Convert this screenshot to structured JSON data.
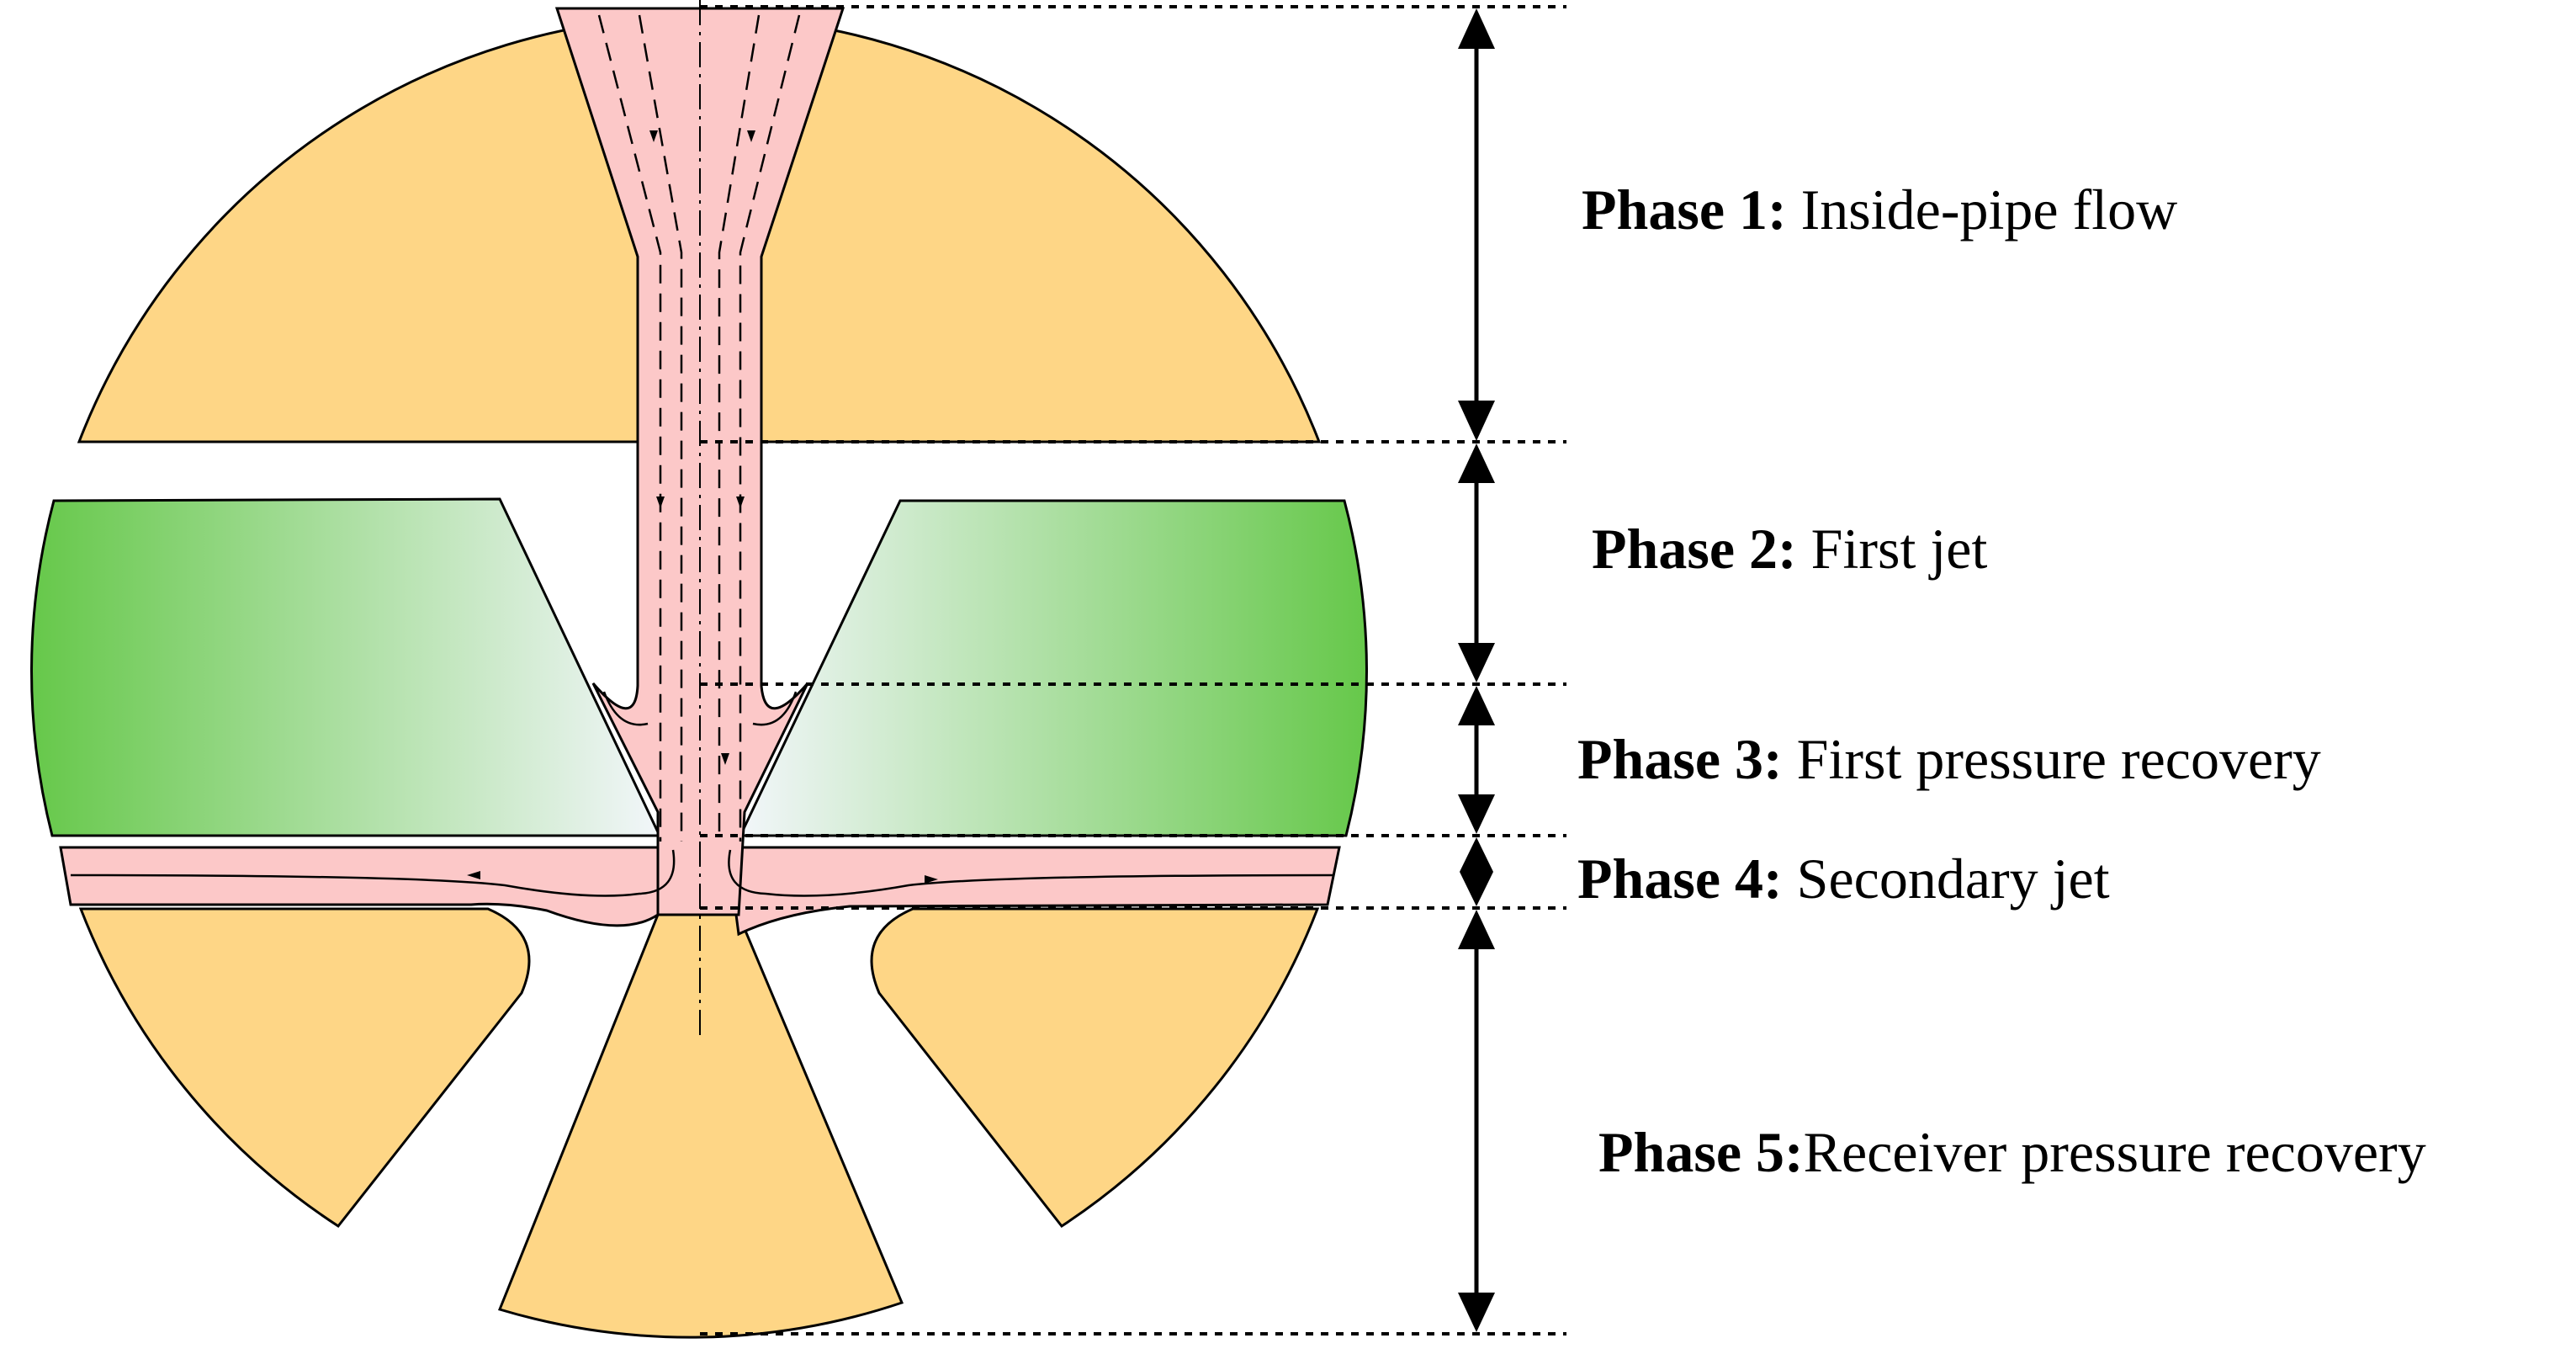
{
  "phases": [
    {
      "lead": "Phase 1:",
      "text": " Inside-pipe flow"
    },
    {
      "lead": "Phase 2:",
      "text": " First jet"
    },
    {
      "lead": "Phase 3:",
      "text": " First pressure recovery"
    },
    {
      "lead": "Phase 4:",
      "text": " Secondary jet"
    },
    {
      "lead": "Phase 5:",
      "text": "Receiver pressure recovery"
    }
  ],
  "colors": {
    "receiver_body": "#fed686",
    "flow_region": "#fcc8c8",
    "baffle_green": "#66c84a",
    "baffle_light": "#f2f6fa",
    "outline": "#000000"
  }
}
